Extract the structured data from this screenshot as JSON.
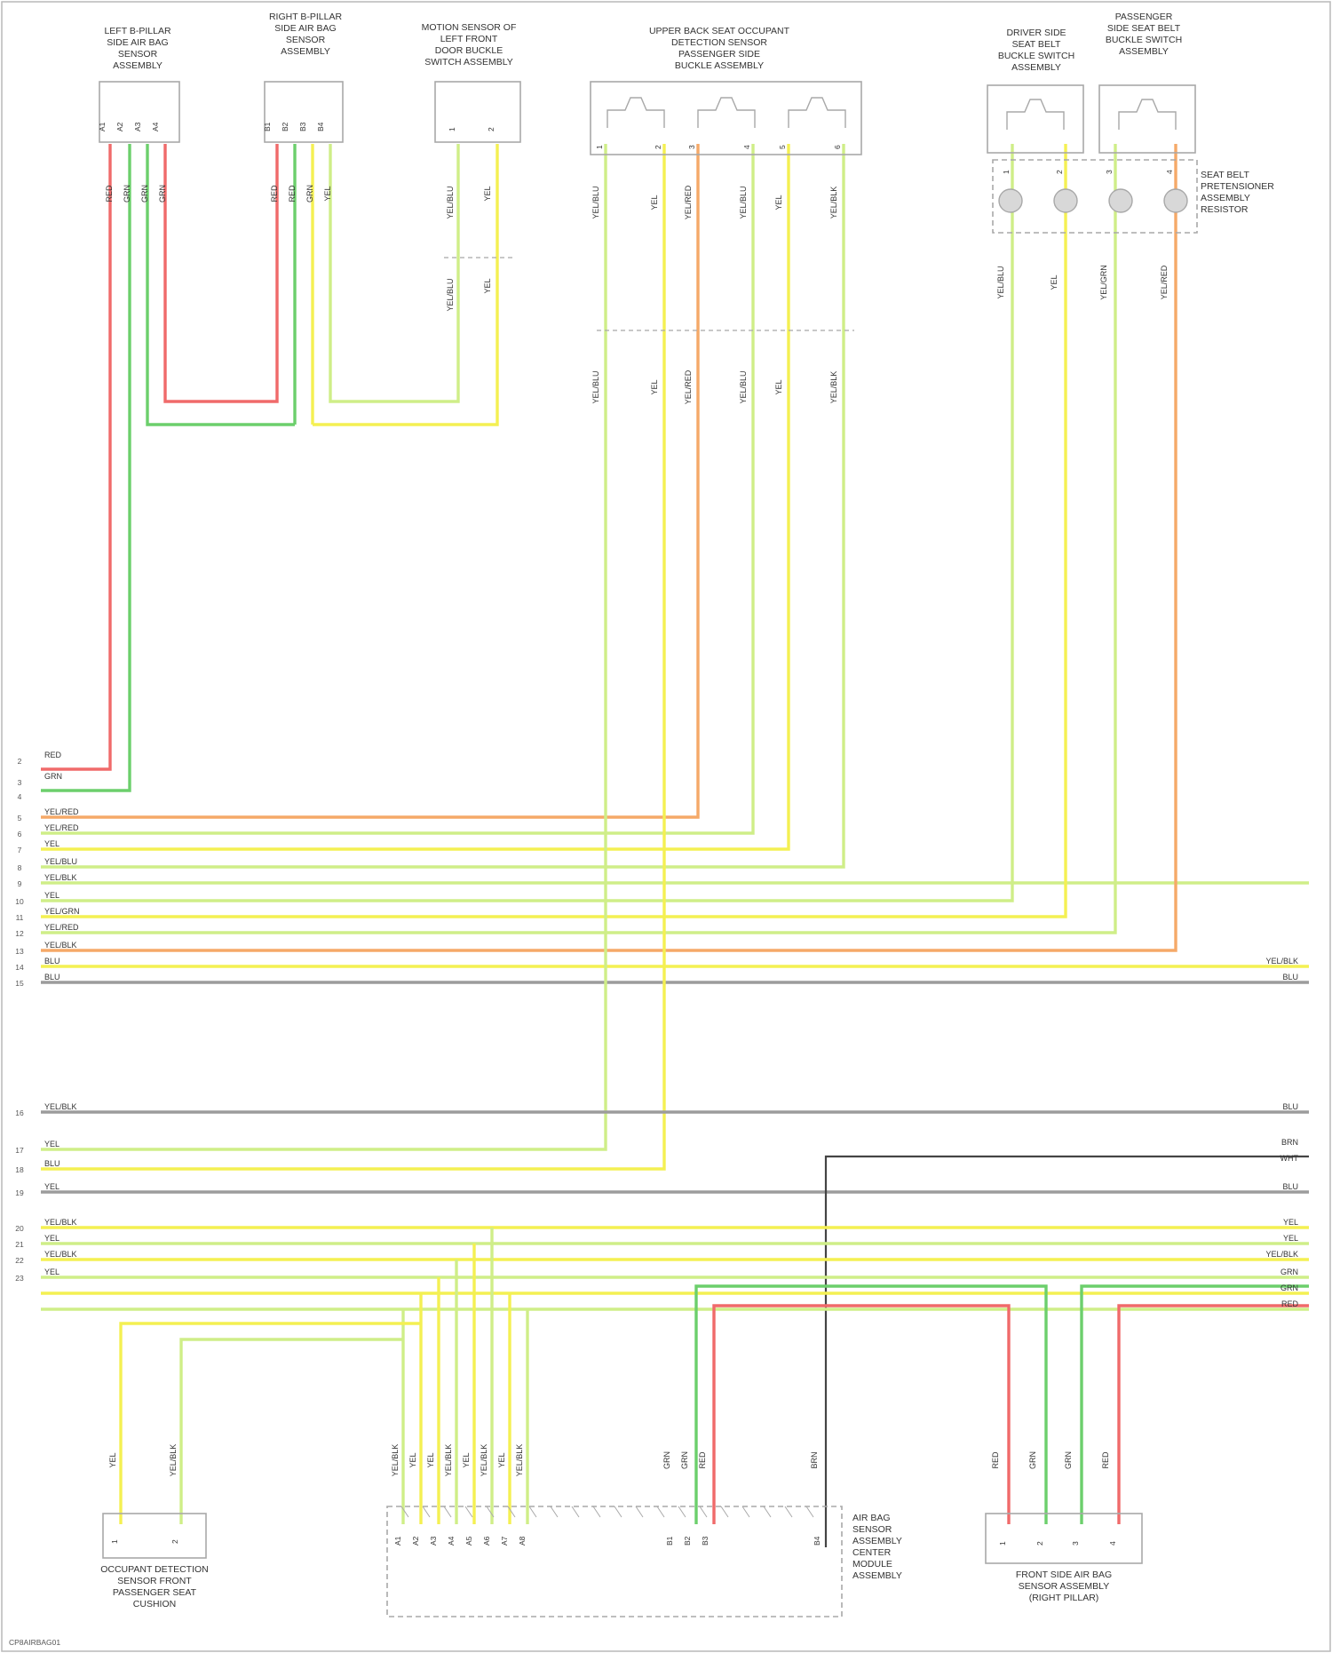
{
  "colors": {
    "RED": "#f06a6a",
    "GRN": "#6ccf6c",
    "YEL": "#f4f052",
    "YELGRN": "#cfee88",
    "ORG": "#f5a968",
    "GRY": "#9c9c9c",
    "BLK": "#444444",
    "frame": "#a8a8a8"
  },
  "components": [
    {
      "id": "c1",
      "label": [
        "LEFT B-PILLAR",
        "SIDE AIR BAG",
        "SENSOR",
        "ASSEMBLY"
      ]
    },
    {
      "id": "c2",
      "label": [
        "RIGHT B-PILLAR",
        "SIDE AIR BAG",
        "SENSOR",
        "ASSEMBLY"
      ]
    },
    {
      "id": "c3",
      "label": [
        "MOTION SENSOR OF",
        "LEFT FRONT",
        "DOOR BUCKLE",
        "SWITCH ASSEMBLY"
      ]
    },
    {
      "id": "c4",
      "label": [
        "UPPER BACK SEAT OCCUPANT",
        "DETECTION SENSOR",
        "PASSENGER SIDE",
        "BUCKLE ASSEMBLY"
      ]
    },
    {
      "id": "c5",
      "label": [
        "DRIVER SIDE",
        "SEAT BELT",
        "BUCKLE SWITCH",
        "ASSEMBLY"
      ]
    },
    {
      "id": "c6",
      "label": [
        "PASSENGER",
        "SIDE SEAT BELT",
        "BUCKLE SWITCH",
        "ASSEMBLY"
      ]
    },
    {
      "id": "c7",
      "label": [
        "OCCUPANT DETECTION",
        "SENSOR FRONT",
        "PASSENGER SEAT",
        "CUSHION"
      ]
    },
    {
      "id": "c8",
      "label": [
        "AIR BAG",
        "SENSOR",
        "ASSEMBLY",
        "CENTER",
        "MODULE",
        "ASSEMBLY"
      ]
    },
    {
      "id": "c9",
      "label": [
        "FRONT SIDE AIR BAG",
        "SENSOR ASSEMBLY",
        "(RIGHT PILLAR)"
      ]
    }
  ],
  "pretensioner_label": [
    "SEAT BELT",
    "PRETENSIONER",
    "ASSEMBLY",
    "RESISTOR"
  ],
  "left_bus_labels": [
    {
      "num": "2",
      "text": "RED"
    },
    {
      "num": "3",
      "text": "GRN"
    },
    {
      "num": "4",
      "text": ""
    },
    {
      "num": "5",
      "text": "YEL/RED"
    },
    {
      "num": "6",
      "text": "YEL/RED"
    },
    {
      "num": "7",
      "text": "YEL"
    },
    {
      "num": "8",
      "text": "YEL/BLU"
    },
    {
      "num": "9",
      "text": "YEL/BLK"
    },
    {
      "num": "10",
      "text": "YEL"
    },
    {
      "num": "11",
      "text": "YEL/GRN"
    },
    {
      "num": "12",
      "text": "YEL/RED"
    },
    {
      "num": "13",
      "text": "YEL/BLK"
    },
    {
      "num": "14",
      "text": "BLU"
    },
    {
      "num": "15",
      "text": "BLU"
    },
    {
      "num": "16",
      "text": "YEL/BLK"
    },
    {
      "num": "17",
      "text": "YEL"
    },
    {
      "num": "18",
      "text": "BLU"
    },
    {
      "num": "19",
      "text": "YEL"
    },
    {
      "num": "20",
      "text": "YEL/BLK"
    },
    {
      "num": "21",
      "text": "YEL"
    },
    {
      "num": "22",
      "text": "YEL/BLK"
    },
    {
      "num": "23",
      "text": "YEL"
    }
  ],
  "right_bus_labels": [
    {
      "text": "YEL/BLK"
    },
    {
      "text": "BLU"
    },
    {
      "text": "BLU"
    },
    {
      "text": "BRN"
    },
    {
      "text": "WHT"
    },
    {
      "text": "BLU"
    },
    {
      "text": "YEL"
    },
    {
      "text": "YEL"
    },
    {
      "text": "YEL/BLK"
    },
    {
      "text": "GRN"
    },
    {
      "text": "GRN"
    },
    {
      "text": "RED"
    }
  ],
  "wire_tags": {
    "c1": [
      "RED",
      "GRN",
      "GRN",
      "GRN"
    ],
    "c2": [
      "RED",
      "RED",
      "GRN",
      "YEL"
    ],
    "c3_upper": [
      "YEL/BLU",
      "YEL"
    ],
    "c3_lower": [
      "YEL/BLU",
      "YEL"
    ],
    "c4_upper": [
      "YEL/BLU",
      "YEL",
      "YEL/RED",
      "YEL/BLU",
      "YEL",
      "YEL/BLK"
    ],
    "c4_lower": [
      "YEL/BLU",
      "YEL",
      "YEL/RED",
      "YEL/BLU",
      "YEL",
      "YEL/BLK"
    ],
    "c56": [
      "YEL/BLU",
      "YEL",
      "YEL/GRN",
      "YEL/RED"
    ],
    "c7": [
      "YEL",
      "YEL/BLK"
    ],
    "c8_left": [
      "YEL/BLK",
      "YEL",
      "YEL",
      "YEL/BLK",
      "YEL",
      "YEL/BLK",
      "YEL",
      "YEL/BLK"
    ],
    "c8_right": [
      "GRN",
      "GRN",
      "RED",
      "BRN"
    ],
    "c9": [
      "RED",
      "GRN",
      "GRN",
      "RED"
    ]
  },
  "pins": {
    "c1": [
      "A1",
      "A2",
      "A3",
      "A4"
    ],
    "c2": [
      "B1",
      "B2",
      "B3",
      "B4"
    ],
    "c3": [
      "1",
      "2"
    ],
    "c4": [
      "1",
      "2",
      "3",
      "4",
      "5",
      "6"
    ],
    "c56": [
      "1",
      "2",
      "3",
      "4"
    ],
    "c7": [
      "1",
      "2"
    ],
    "c8": [
      "A1",
      "A2",
      "A3",
      "A4",
      "A5",
      "A6",
      "A7",
      "A8",
      "B1",
      "B2",
      "B3",
      "B4"
    ],
    "c9": [
      "1",
      "2",
      "3",
      "4"
    ]
  },
  "footer": "CP8AIRBAG01"
}
